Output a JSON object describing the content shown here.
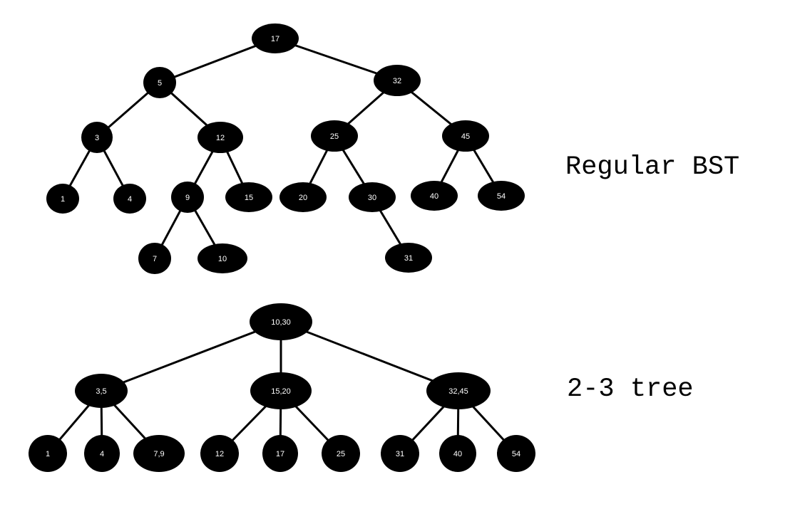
{
  "titles": {
    "bst": "Regular BST",
    "two_three": "2-3 tree"
  },
  "colors": {
    "node_fill": "#000000",
    "node_text": "#ffffff",
    "edge": "#000000",
    "background": "#ffffff"
  },
  "bst": {
    "nodes": [
      {
        "id": "n17",
        "label": "17"
      },
      {
        "id": "n5",
        "label": "5"
      },
      {
        "id": "n32",
        "label": "32"
      },
      {
        "id": "n3",
        "label": "3"
      },
      {
        "id": "n12",
        "label": "12"
      },
      {
        "id": "n25",
        "label": "25"
      },
      {
        "id": "n45",
        "label": "45"
      },
      {
        "id": "n1",
        "label": "1"
      },
      {
        "id": "n4",
        "label": "4"
      },
      {
        "id": "n9",
        "label": "9"
      },
      {
        "id": "n15",
        "label": "15"
      },
      {
        "id": "n20",
        "label": "20"
      },
      {
        "id": "n30",
        "label": "30"
      },
      {
        "id": "n40",
        "label": "40"
      },
      {
        "id": "n54",
        "label": "54"
      },
      {
        "id": "n7",
        "label": "7"
      },
      {
        "id": "n10",
        "label": "10"
      },
      {
        "id": "n31",
        "label": "31"
      }
    ],
    "edges": [
      [
        "n17",
        "n5"
      ],
      [
        "n17",
        "n32"
      ],
      [
        "n5",
        "n3"
      ],
      [
        "n5",
        "n12"
      ],
      [
        "n32",
        "n25"
      ],
      [
        "n32",
        "n45"
      ],
      [
        "n3",
        "n1"
      ],
      [
        "n3",
        "n4"
      ],
      [
        "n12",
        "n9"
      ],
      [
        "n12",
        "n15"
      ],
      [
        "n25",
        "n20"
      ],
      [
        "n25",
        "n30"
      ],
      [
        "n45",
        "n40"
      ],
      [
        "n45",
        "n54"
      ],
      [
        "n9",
        "n7"
      ],
      [
        "n9",
        "n10"
      ],
      [
        "n30",
        "n31"
      ]
    ]
  },
  "two_three": {
    "nodes": [
      {
        "id": "t1030",
        "label": "10,30"
      },
      {
        "id": "t35",
        "label": "3,5"
      },
      {
        "id": "t1520",
        "label": "15,20"
      },
      {
        "id": "t3245",
        "label": "32,45"
      },
      {
        "id": "t1",
        "label": "1"
      },
      {
        "id": "t4",
        "label": "4"
      },
      {
        "id": "t79",
        "label": "7,9"
      },
      {
        "id": "t12",
        "label": "12"
      },
      {
        "id": "t17",
        "label": "17"
      },
      {
        "id": "t25",
        "label": "25"
      },
      {
        "id": "t31",
        "label": "31"
      },
      {
        "id": "t40",
        "label": "40"
      },
      {
        "id": "t54",
        "label": "54"
      }
    ],
    "edges": [
      [
        "t1030",
        "t35"
      ],
      [
        "t1030",
        "t1520"
      ],
      [
        "t1030",
        "t3245"
      ],
      [
        "t35",
        "t1"
      ],
      [
        "t35",
        "t4"
      ],
      [
        "t35",
        "t79"
      ],
      [
        "t1520",
        "t12"
      ],
      [
        "t1520",
        "t17"
      ],
      [
        "t1520",
        "t25"
      ],
      [
        "t3245",
        "t31"
      ],
      [
        "t3245",
        "t40"
      ],
      [
        "t3245",
        "t54"
      ]
    ]
  }
}
